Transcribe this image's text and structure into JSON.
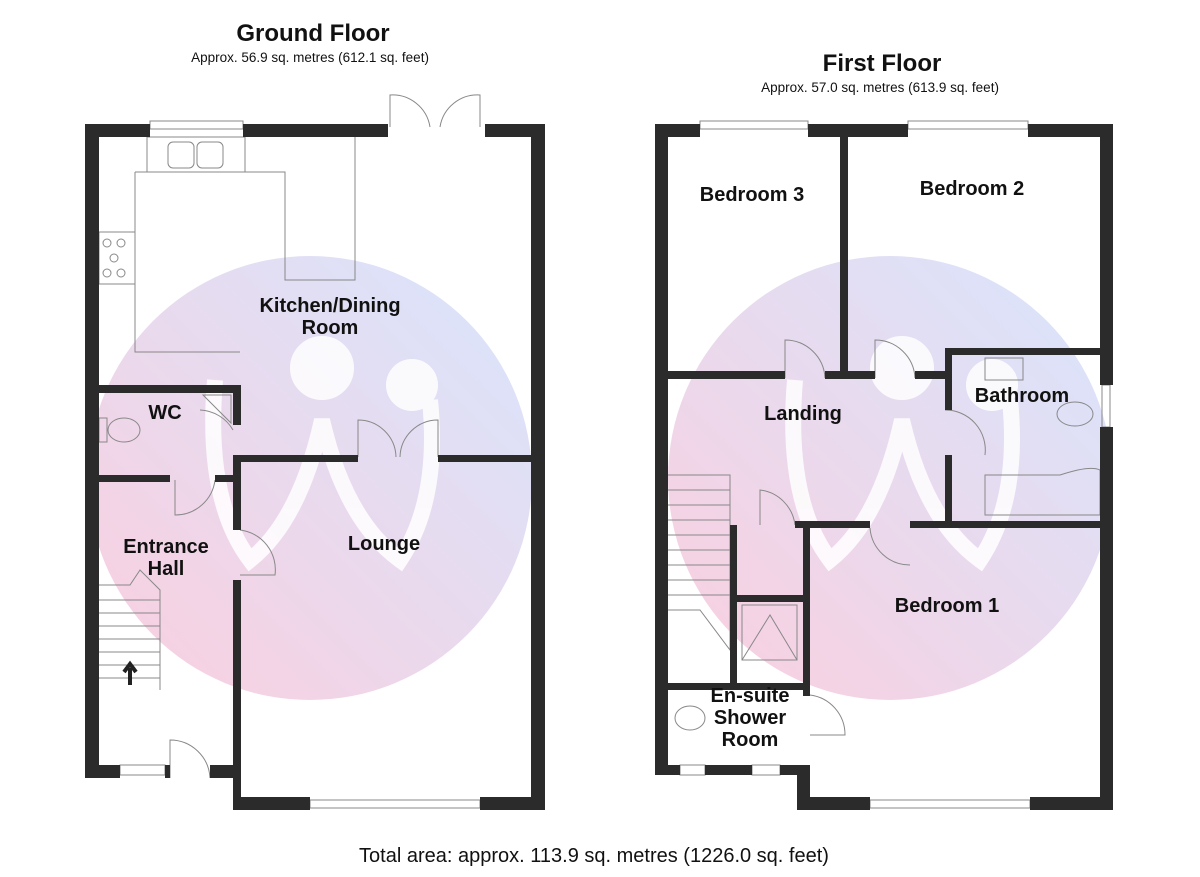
{
  "ground_floor": {
    "title": "Ground Floor",
    "area": "Approx. 56.9 sq. metres (612.1 sq. feet)",
    "rooms": {
      "kitchen_line1": "Kitchen/Dining",
      "kitchen_line2": "Room",
      "wc": "WC",
      "hall_line1": "Entrance",
      "hall_line2": "Hall",
      "lounge": "Lounge"
    }
  },
  "first_floor": {
    "title": "First Floor",
    "area": "Approx. 57.0 sq. metres (613.9 sq. feet)",
    "rooms": {
      "bedroom3": "Bedroom 3",
      "bedroom2": "Bedroom 2",
      "landing": "Landing",
      "bathroom": "Bathroom",
      "bedroom1": "Bedroom 1",
      "ensuite_line1": "En-suite",
      "ensuite_line2": "Shower",
      "ensuite_line3": "Room"
    }
  },
  "total_area": "Total area: approx. 113.9 sq. metres (1226.0 sq. feet)",
  "colors": {
    "wall": "#2b2b2b",
    "pink": "#f4a6c0",
    "blue": "#a9c8f5"
  }
}
